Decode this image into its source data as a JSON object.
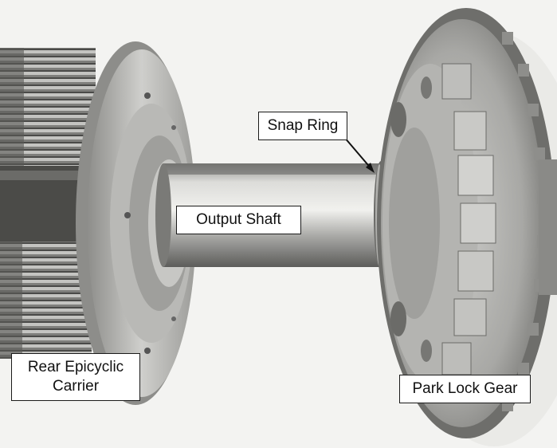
{
  "image": {
    "subject": "Transmission output shaft assembly"
  },
  "labels": {
    "snap_ring": "Snap Ring",
    "output_shaft": "Output Shaft",
    "rear_carrier_line1": "Rear Epicyclic",
    "rear_carrier_line2": "Carrier",
    "park_lock_gear": "Park Lock Gear"
  },
  "colors": {
    "background": "#f3f3f1",
    "metal_light": "#c9c9c6",
    "metal_dark": "#6d6d6a",
    "label_border": "#1a1a1a",
    "label_fill": "#ffffff"
  }
}
